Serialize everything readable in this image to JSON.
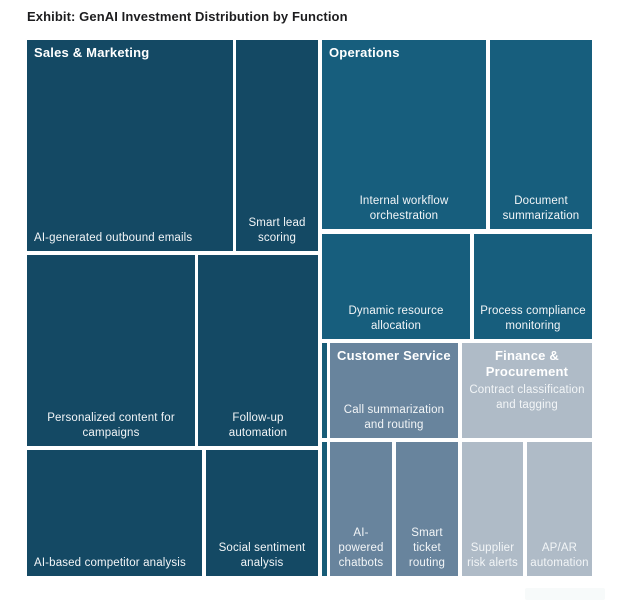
{
  "title": "Exhibit: GenAI Investment Distribution by Function",
  "colors": {
    "sales_marketing": "#144964",
    "operations": "#175e7d",
    "customer_service": "#68849d",
    "finance_procurement": "#afbbc7",
    "leaf_label_text": "#f2f5f7",
    "group_header_text": "#ffffff",
    "title_text": "#1d1d1f",
    "background": "#ffffff"
  },
  "chart_data": {
    "type": "treemap",
    "title": "Exhibit: GenAI Investment Distribution by Function",
    "legend": "none",
    "groups": [
      {
        "name": "Sales & Marketing",
        "color": "#144964",
        "children": [
          {
            "label": "AI-generated outbound emails"
          },
          {
            "label": "Smart lead scoring"
          },
          {
            "label": "Personalized content for campaigns"
          },
          {
            "label": "Follow-up automation"
          },
          {
            "label": "AI-based competitor analysis"
          },
          {
            "label": "Social sentiment analysis"
          }
        ]
      },
      {
        "name": "Operations",
        "color": "#175e7d",
        "children": [
          {
            "label": "Internal workflow orchestration"
          },
          {
            "label": "Document summarization"
          },
          {
            "label": "Dynamic resource allocation"
          },
          {
            "label": "Process compliance monitoring"
          }
        ]
      },
      {
        "name": "Customer Service",
        "color": "#68849d",
        "children": [
          {
            "label": "Call summarization and routing"
          },
          {
            "label": "AI-powered chatbots"
          },
          {
            "label": "Smart ticket routing"
          }
        ]
      },
      {
        "name": "Finance & Procurement",
        "color": "#afbbc7",
        "children": [
          {
            "label": "Contract classification and tagging"
          },
          {
            "label": "Supplier risk alerts"
          },
          {
            "label": "AP/AR automation"
          }
        ]
      }
    ]
  }
}
